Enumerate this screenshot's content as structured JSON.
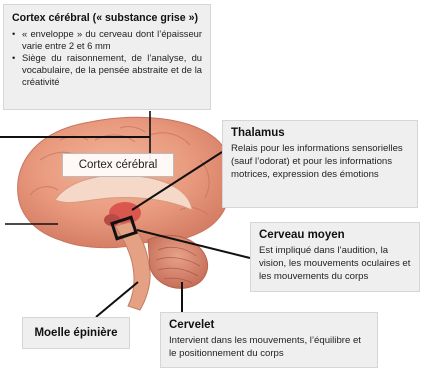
{
  "cortex": {
    "title": "Cortex cérébral (« substance grise »)",
    "bullets": [
      "« enveloppe » du cerveau dont l’épaisseur varie entre 2 et 6 mm",
      "Siège du raisonnement, de l’analyse, du vocabulaire, de la pensée abstraite et de la créativité"
    ],
    "image_label": "Cortex cérébral"
  },
  "thalamus": {
    "title": "Thalamus",
    "text": "Relais pour les informations sensorielles (sauf l’odorat) et pour les informations motrices, expression des émotions"
  },
  "cerveau_moyen": {
    "title": "Cerveau moyen",
    "text": "Est impliqué dans l’audition, la vision, les mouvements oculaires et les mouvements du corps"
  },
  "moelle": {
    "title": "Moelle épinière"
  },
  "cervelet": {
    "title": "Cervelet",
    "text": "Intervient dans les mouvements, l’équilibre et le positionnement du corps"
  }
}
